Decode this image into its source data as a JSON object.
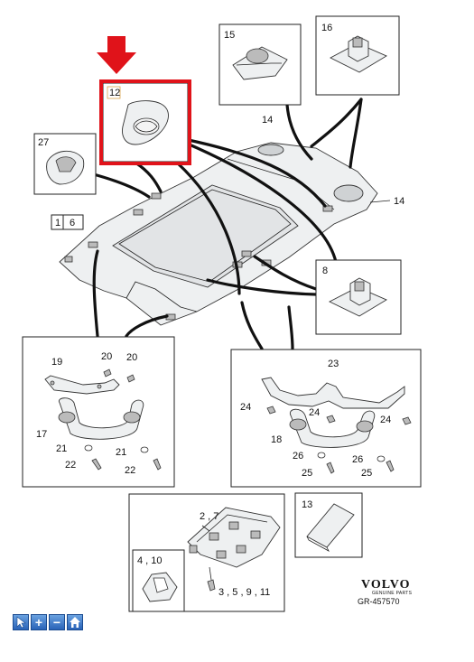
{
  "callouts": {
    "c12": "12",
    "c15": "15",
    "c16": "16",
    "c27": "27",
    "c14a": "14",
    "c14b": "14",
    "c1": "1",
    "c6": "6",
    "c8": "8",
    "c19": "19",
    "c20a": "20",
    "c20b": "20",
    "c17": "17",
    "c21a": "21",
    "c21b": "21",
    "c22a": "22",
    "c22b": "22",
    "c23": "23",
    "c24a": "24",
    "c24b": "24",
    "c24c": "24",
    "c18": "18",
    "c26a": "26",
    "c26b": "26",
    "c25a": "25",
    "c25b": "25",
    "c13": "13",
    "c2_7": "2 , 7",
    "c4_10": "4 , 10",
    "c3_5_9_11": "3 , 5 , 9 , 11"
  },
  "logo": {
    "brand": "VOLVO",
    "sub": "GENUINE PARTS",
    "ref": "GR-457570"
  },
  "highlight_color": "#e0131a",
  "toolbar": {
    "items": [
      "pointer-icon",
      "zoom-in-icon",
      "zoom-out-icon",
      "home-icon"
    ],
    "plus": "+",
    "minus": "−"
  }
}
